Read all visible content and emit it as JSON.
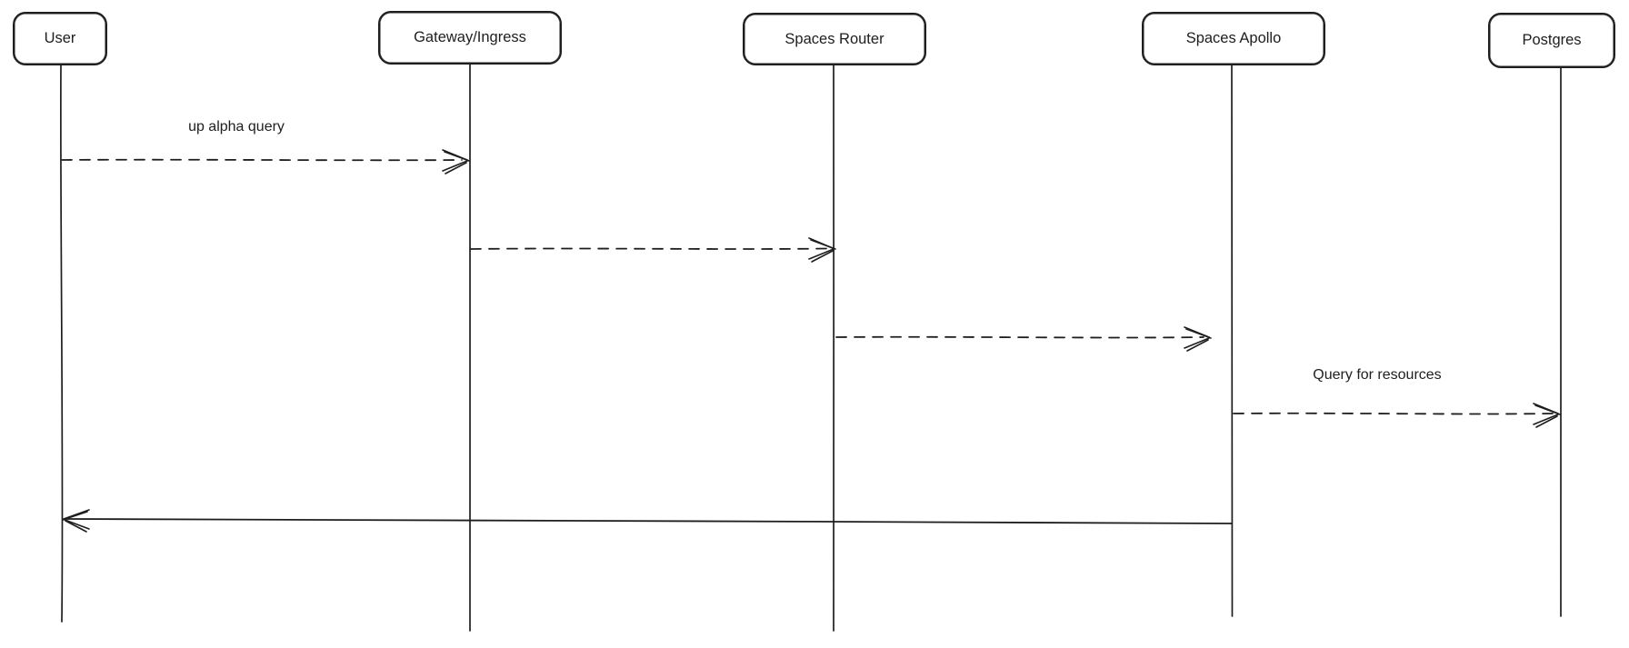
{
  "diagram": {
    "type": "sequence-diagram",
    "style": "hand-drawn",
    "background_color": "#ffffff",
    "stroke_color": "#1e1e1e",
    "actors": [
      {
        "label": "User"
      },
      {
        "label": "Gateway/Ingress"
      },
      {
        "label": "Spaces Router"
      },
      {
        "label": "Spaces Apollo"
      },
      {
        "label": "Postgres"
      }
    ],
    "messages": [
      {
        "from": "User",
        "to": "Gateway/Ingress",
        "label": "up alpha query",
        "line": "dashed",
        "arrow": "open"
      },
      {
        "from": "Gateway/Ingress",
        "to": "Spaces Router",
        "label": "",
        "line": "dashed",
        "arrow": "open"
      },
      {
        "from": "Spaces Router",
        "to": "Spaces Apollo",
        "label": "",
        "line": "dashed",
        "arrow": "open"
      },
      {
        "from": "Spaces Apollo",
        "to": "Postgres",
        "label": "Query for resources",
        "line": "dashed",
        "arrow": "open"
      },
      {
        "from": "Spaces Apollo",
        "to": "User",
        "label": "",
        "line": "solid",
        "arrow": "open"
      }
    ]
  }
}
